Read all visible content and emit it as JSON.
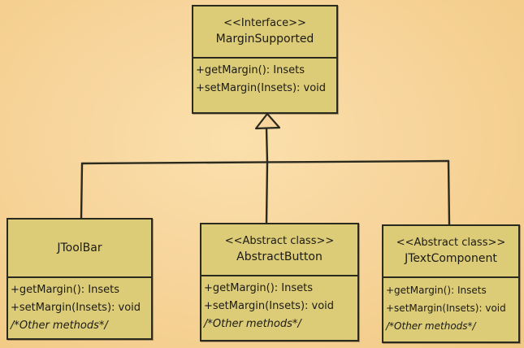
{
  "interface": {
    "stereotype": "<<Interface>>",
    "name": "MarginSupported",
    "methods": [
      "+getMargin(): Insets",
      "+setMargin(Insets): void"
    ]
  },
  "implementers": [
    {
      "stereotype": "",
      "name": "JToolBar",
      "methods": [
        "+getMargin(): Insets",
        "+setMargin(Insets): void",
        "/*Other methods*/"
      ]
    },
    {
      "stereotype": "<<Abstract class>>",
      "name": "AbstractButton",
      "methods": [
        "+getMargin(): Insets",
        "+setMargin(Insets): void",
        "/*Other methods*/"
      ]
    },
    {
      "stereotype": "<<Abstract class>>",
      "name": "JTextComponent",
      "methods": [
        "+getMargin(): Insets",
        "+setMargin(Insets): void",
        "/*Other methods*/"
      ]
    }
  ],
  "colors": {
    "background": "#f7d59c",
    "box_fill": "#dccb77",
    "ink": "#2b2a1f"
  }
}
